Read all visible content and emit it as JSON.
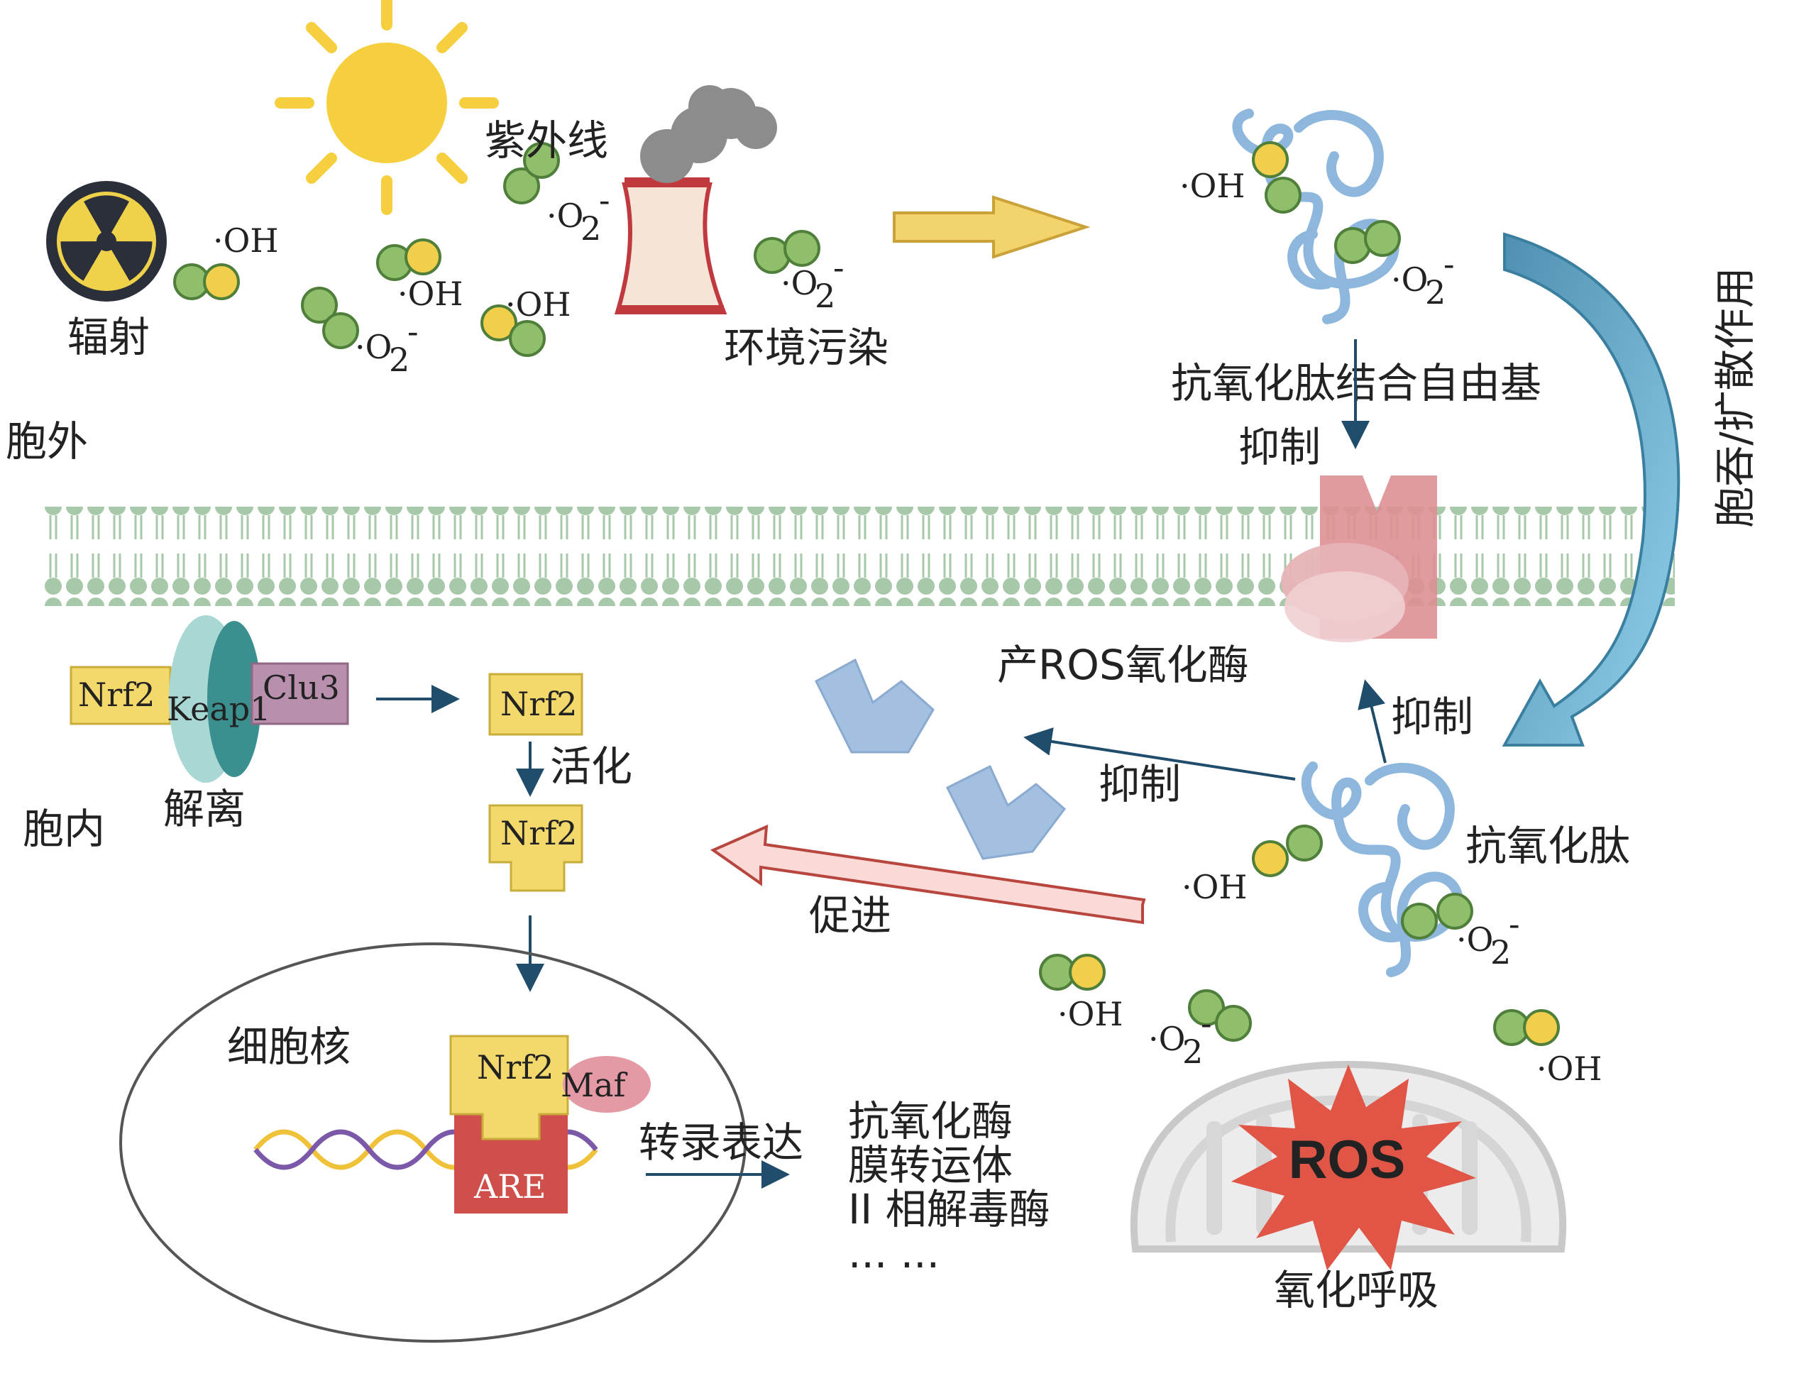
{
  "labels": {
    "uv": "紫外线",
    "radiation": "辐射",
    "pollution": "环境污染",
    "extracellular": "胞外",
    "intracellular": "胞内",
    "peptide_binds_radicals": "抗氧化肽结合自由基",
    "inhibit_top": "抑制",
    "endocytosis": "胞吞/扩散作用",
    "ros_enzyme": "产ROS氧化酶",
    "inhibit_right": "抑制",
    "inhibit_mid": "抑制",
    "antioxidant_peptide": "抗氧化肽",
    "dissociation": "解离",
    "activation": "活化",
    "promote": "促进",
    "nucleus": "细胞核",
    "transcription": "转录表达",
    "oxidative_respiration": "氧化呼吸",
    "ros": "ROS"
  },
  "radicals": {
    "oh": "·OH",
    "o2_base": "·O",
    "o2_sub": "2",
    "o2_sup": "-"
  },
  "proteins": {
    "nrf2": "Nrf2",
    "keap1": "Keap1",
    "clu3": "Clu3",
    "maf": "Maf",
    "are": "ARE"
  },
  "products": [
    "抗氧化酶",
    "膜转运体",
    "II 相解毒酶",
    "... ..."
  ],
  "colors": {
    "radical_green": "#8fbf6a",
    "radical_yellow": "#f2cf4a",
    "membrane": "#a8c9a9",
    "nrf2_box": "#f3d86b",
    "clu3_box": "#b98fae",
    "keap1_light": "#a9d8d4",
    "keap1_dark": "#3c8f8f",
    "enzyme_red": "#de8f93",
    "are_red": "#cf4f4a",
    "peptide_blue": "#8db7dc",
    "curved_arrow": "#5aa3c4",
    "dark_arrow": "#1f4d6b"
  }
}
